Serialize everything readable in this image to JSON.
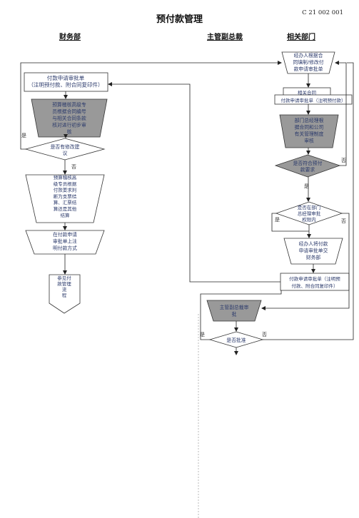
{
  "document": {
    "title": "预付款管理",
    "code": "C 21 002 001"
  },
  "lanes": [
    "财务部",
    "主管副总裁",
    "相关部门"
  ],
  "nodes": {
    "finance_form": [
      "付款申请审批单",
      "（注明预付款、附合同复印件）"
    ],
    "finance_check": [
      "预算稽核高级专",
      "员根据合同编号",
      "与相关合同条款",
      "核对进行初步审",
      "核"
    ],
    "finance_decision": [
      "是否有修改建",
      "议"
    ],
    "finance_judge": [
      "预算稽核高",
      "级专员根据",
      "付款要求判",
      "断为支票结",
      "算、汇票结",
      "算还是其他",
      "结算"
    ],
    "finance_note": [
      "在付款申请",
      "审批单上注",
      "明付款方式"
    ],
    "finance_ref": [
      "参见付",
      "款管理",
      "流",
      "程"
    ],
    "dept_fill": [
      "经办人根据合",
      "同填制/修改付",
      "款申请审批单"
    ],
    "dept_contract": [
      "相关合同"
    ],
    "dept_form": [
      "付款申请审批单（注明预付款）"
    ],
    "dept_review": [
      "部门总经理根",
      "据合同和公司",
      "有关管理制度",
      "审核"
    ],
    "dept_decision1": [
      "是否符合预付",
      "款要求"
    ],
    "dept_decision2": [
      "是否在部门",
      "总经理审批",
      "权限内"
    ],
    "dept_submit": [
      "经办人将付款",
      "申请审批单交",
      "财务部"
    ],
    "dept_form2": [
      "付款申请审批单（注明预",
      "付款、附合同复印件）"
    ],
    "vp_review": [
      "主管副总裁审",
      "批"
    ],
    "vp_decision": [
      "是否批准"
    ]
  },
  "edge_labels": {
    "yes": "是",
    "no": "否"
  }
}
